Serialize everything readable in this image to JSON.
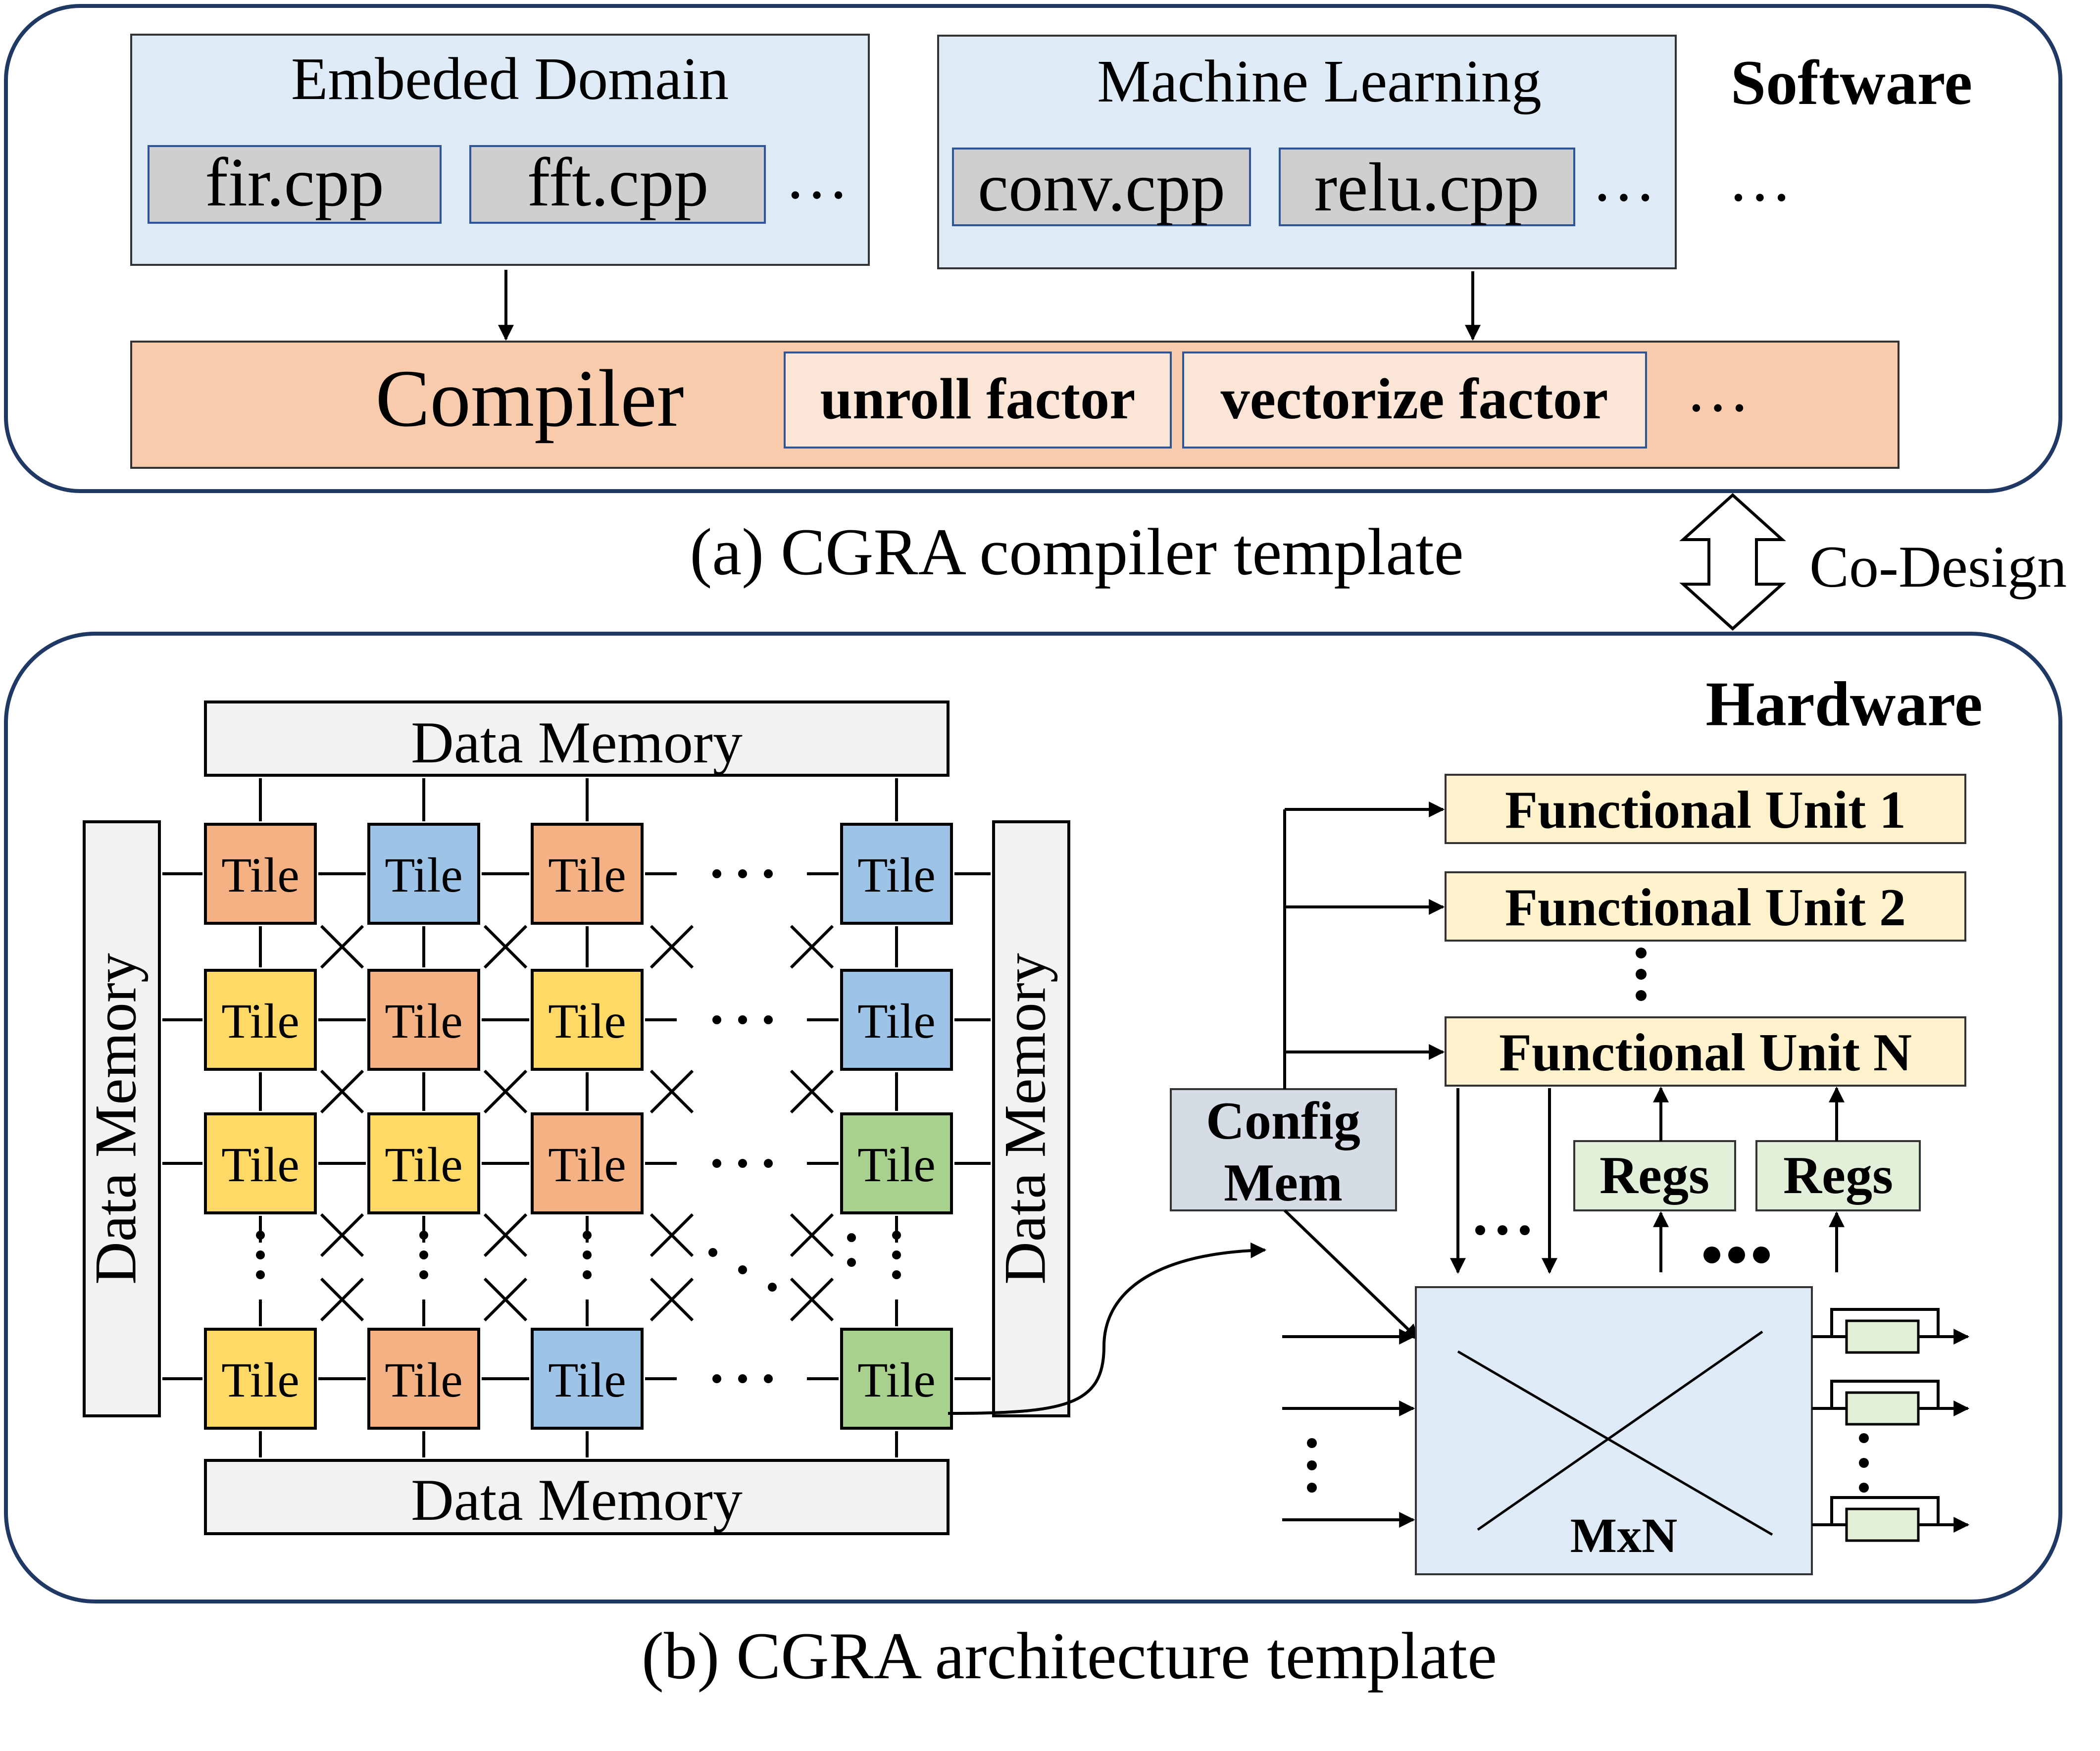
{
  "software": {
    "title": "Software",
    "embedded": {
      "title": "Embeded Domain",
      "files": [
        "fir.cpp",
        "fft.cpp"
      ],
      "more": "…"
    },
    "ml": {
      "title": "Machine Learning",
      "files": [
        "conv.cpp",
        "relu.cpp"
      ],
      "more": "…"
    },
    "more": "…",
    "compiler": {
      "title": "Compiler",
      "params": [
        "unroll factor",
        "vectorize factor"
      ],
      "more": "…"
    },
    "caption": "(a) CGRA compiler template"
  },
  "codesign": "Co-Design",
  "hardware": {
    "title": "Hardware",
    "memory_label": "Data Memory",
    "tile_label": "Tile",
    "tile_rows": [
      [
        "orange",
        "blue",
        "orange",
        "blue"
      ],
      [
        "yellow",
        "orange",
        "yellow",
        "blue"
      ],
      [
        "yellow",
        "yellow",
        "orange",
        "green"
      ],
      [
        "yellow",
        "orange",
        "blue",
        "green"
      ]
    ],
    "functional_units": [
      "Functional Unit 1",
      "Functional Unit 2",
      "Functional Unit N"
    ],
    "config_mem": [
      "Config",
      "Mem"
    ],
    "regs_label": "Regs",
    "crossbar_label": "MxN",
    "caption": "(b) CGRA architecture template"
  },
  "colors": {
    "orange": "#f4b183",
    "blue": "#9dc3e6",
    "yellow": "#ffd966",
    "green": "#a9d18e",
    "domain_box": "#deebf7",
    "file_box": "#d0cece",
    "compiler": "#f8cbad",
    "param_box": "#fbe5d6",
    "memory": "#f2f2f2",
    "functional_unit": "#fff2cc",
    "regs": "#e2f0d9",
    "config_mem": "#d6dce5",
    "crossbar": "#deebf7",
    "frame": "#1f3864"
  }
}
